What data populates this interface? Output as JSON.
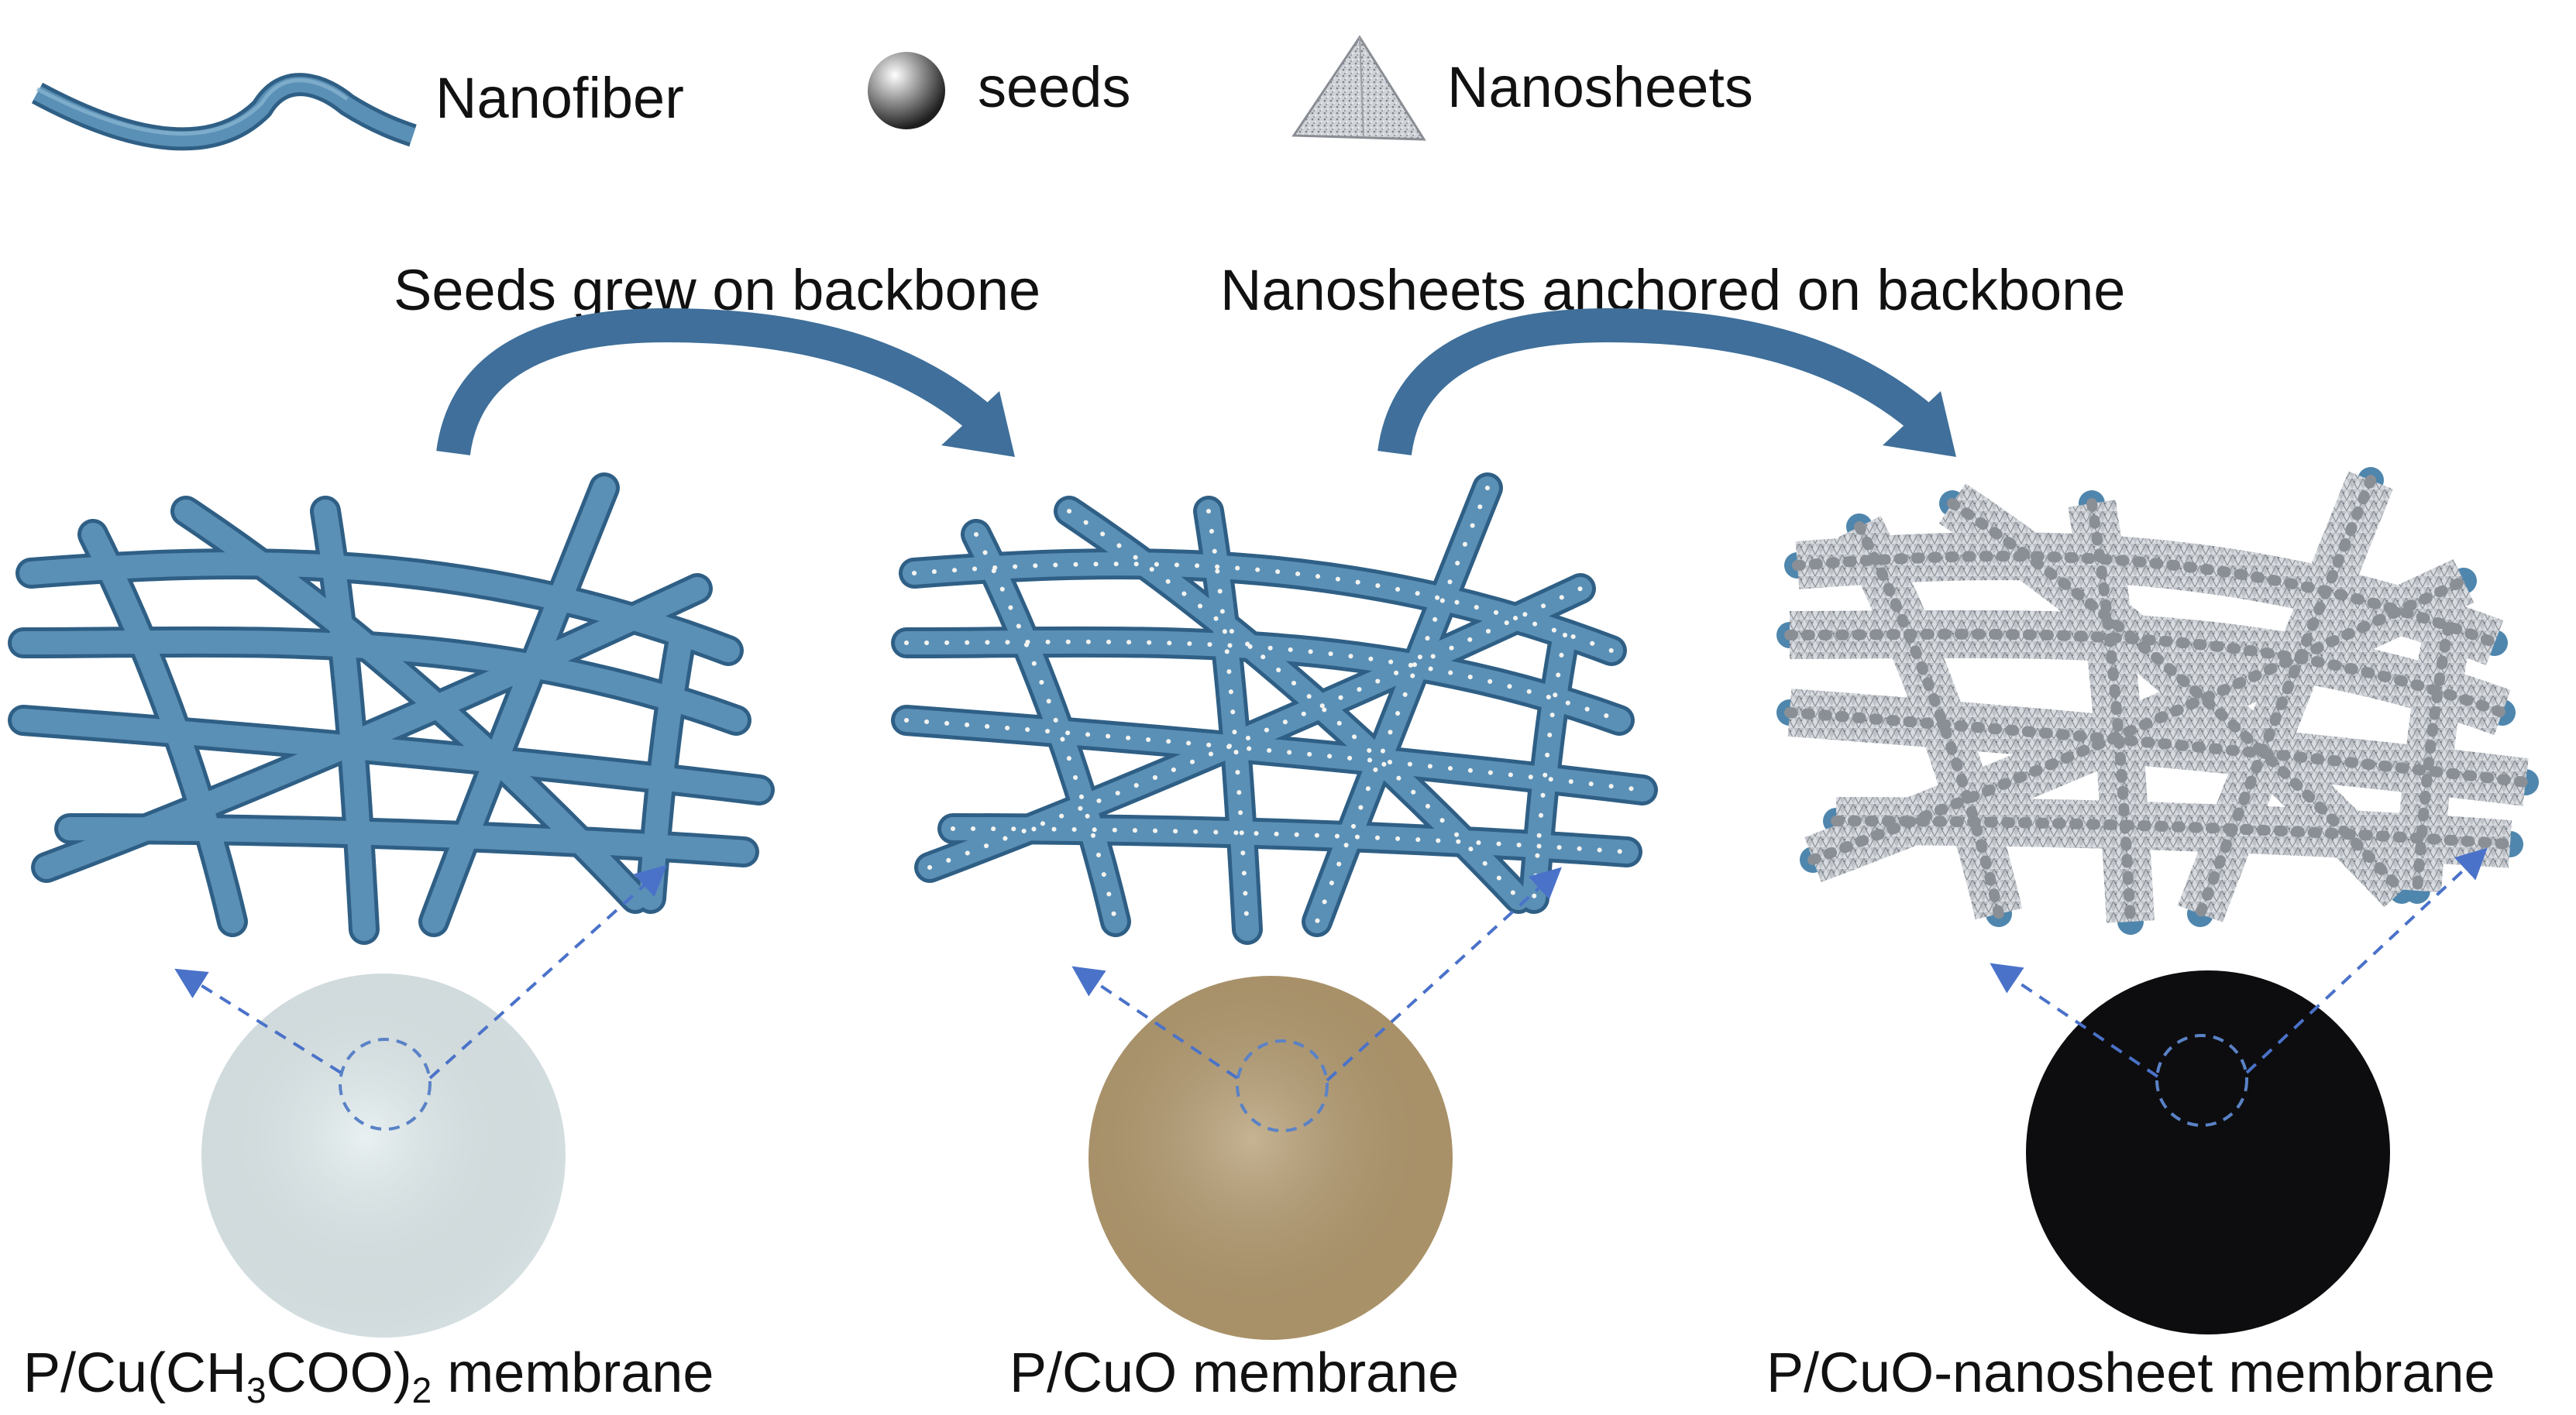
{
  "legend": {
    "nanofiber_label": "Nanofiber",
    "seeds_label": "seeds",
    "nanosheets_label": "Nanosheets"
  },
  "steps": {
    "step1_label": "Seeds grew on backbone",
    "step2_label": "Nanosheets anchored on backbone"
  },
  "membranes": [
    {
      "caption_prefix": "P/Cu(CH",
      "caption_sub1": "3",
      "caption_mid": "COO)",
      "caption_sub2": "2",
      "caption_suffix": " membrane",
      "photo_color": "#e1ecee"
    },
    {
      "caption": "P/CuO membrane",
      "photo_color": "#b39a6e"
    },
    {
      "caption": "P/CuO-nanosheet membrane",
      "photo_color": "#0d0d0f"
    }
  ],
  "colors": {
    "fiber": "#4f86ad",
    "fiber_dark": "#2f5f85",
    "arrow": "#3f6f9a",
    "dashed": "#4a72c9",
    "nanosheet": "#b4b9c0"
  }
}
